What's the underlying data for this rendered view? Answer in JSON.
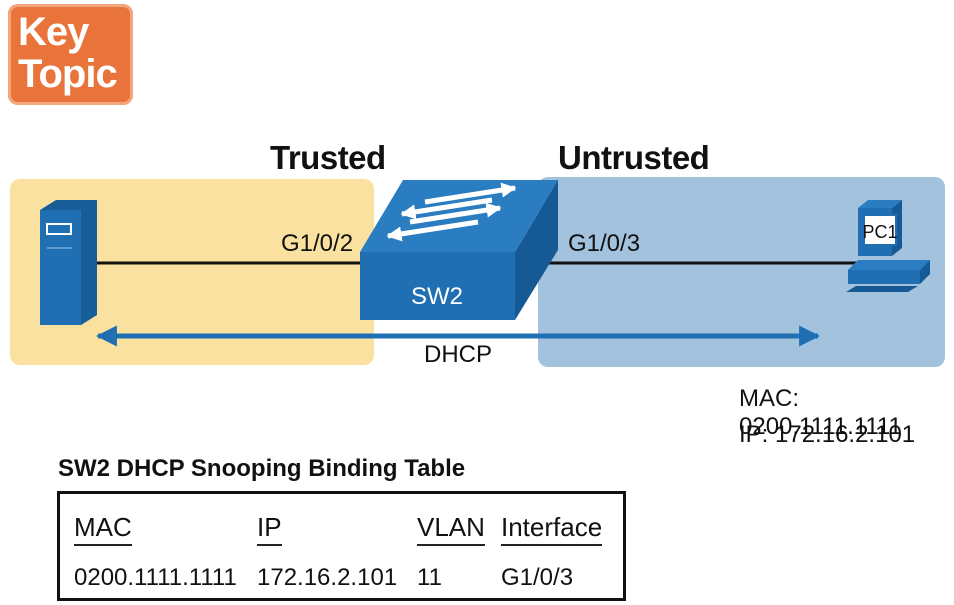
{
  "badge": {
    "line1": "Key",
    "line2": "Topic"
  },
  "zones": {
    "trusted": "Trusted",
    "untrusted": "Untrusted"
  },
  "ports": {
    "left": "G1/0/2",
    "right": "G1/0/3"
  },
  "switch": {
    "name": "SW2"
  },
  "host": {
    "name": "PC1",
    "mac": "MAC: 0200.1111.1111",
    "ip": "IP: 172.16.2.101"
  },
  "flow": {
    "label": "DHCP"
  },
  "binding_table": {
    "title": "SW2 DHCP Snooping Binding Table",
    "headers": [
      "MAC",
      "IP",
      "VLAN",
      "Interface"
    ],
    "rows": [
      [
        "0200.1111.1111",
        "172.16.2.101",
        "11",
        "G1/0/3"
      ]
    ]
  },
  "colors": {
    "badge": "#e8743b",
    "trusted_zone": "#fbe1a0",
    "untrusted_zone": "#a3c2de",
    "device_blue": "#1f6fb2",
    "arrow_blue": "#1f6fb2"
  }
}
